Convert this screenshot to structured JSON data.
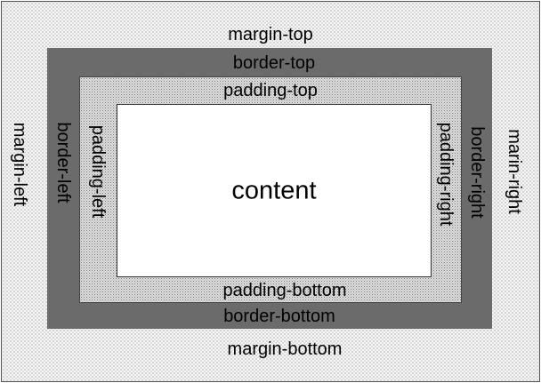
{
  "diagram": {
    "margin": {
      "top": "margin-top",
      "bottom": "margin-bottom",
      "left": "margin-left",
      "right": "marin-right"
    },
    "border": {
      "top": "border-top",
      "bottom": "border-bottom",
      "left": "border-left",
      "right": "border-right"
    },
    "padding": {
      "top": "padding-top",
      "bottom": "padding-bottom",
      "left": "padding-left",
      "right": "padding-right"
    },
    "content": "content"
  }
}
